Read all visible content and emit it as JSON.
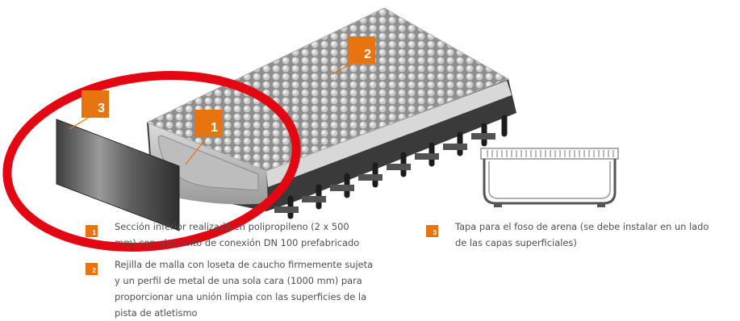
{
  "callouts": [
    {
      "number": "1"
    },
    {
      "number": "2"
    },
    {
      "number": "3"
    }
  ],
  "legend": [
    {
      "number": "1",
      "text": "Sección inferior realizada en polipropileno (2 x 500\nmm) con elemento de conexión DN 100 prefabricado"
    },
    {
      "number": "2",
      "text": "Rejilla de malla con loseta de caucho firmemente sujeta\ny un perfil de metal de una sola cara (1000 mm) para\nproporcionar una unión limpia con las superficies de la\npista de atletismo"
    },
    {
      "number": "3",
      "text": "Tapa para el foso de arena (se debe instalar en un lado\nde las capas superficiales)"
    }
  ],
  "colors": {
    "accent": "#E8740F",
    "highlight_ring": "#E30613",
    "body_text": "#4f4f4f"
  }
}
